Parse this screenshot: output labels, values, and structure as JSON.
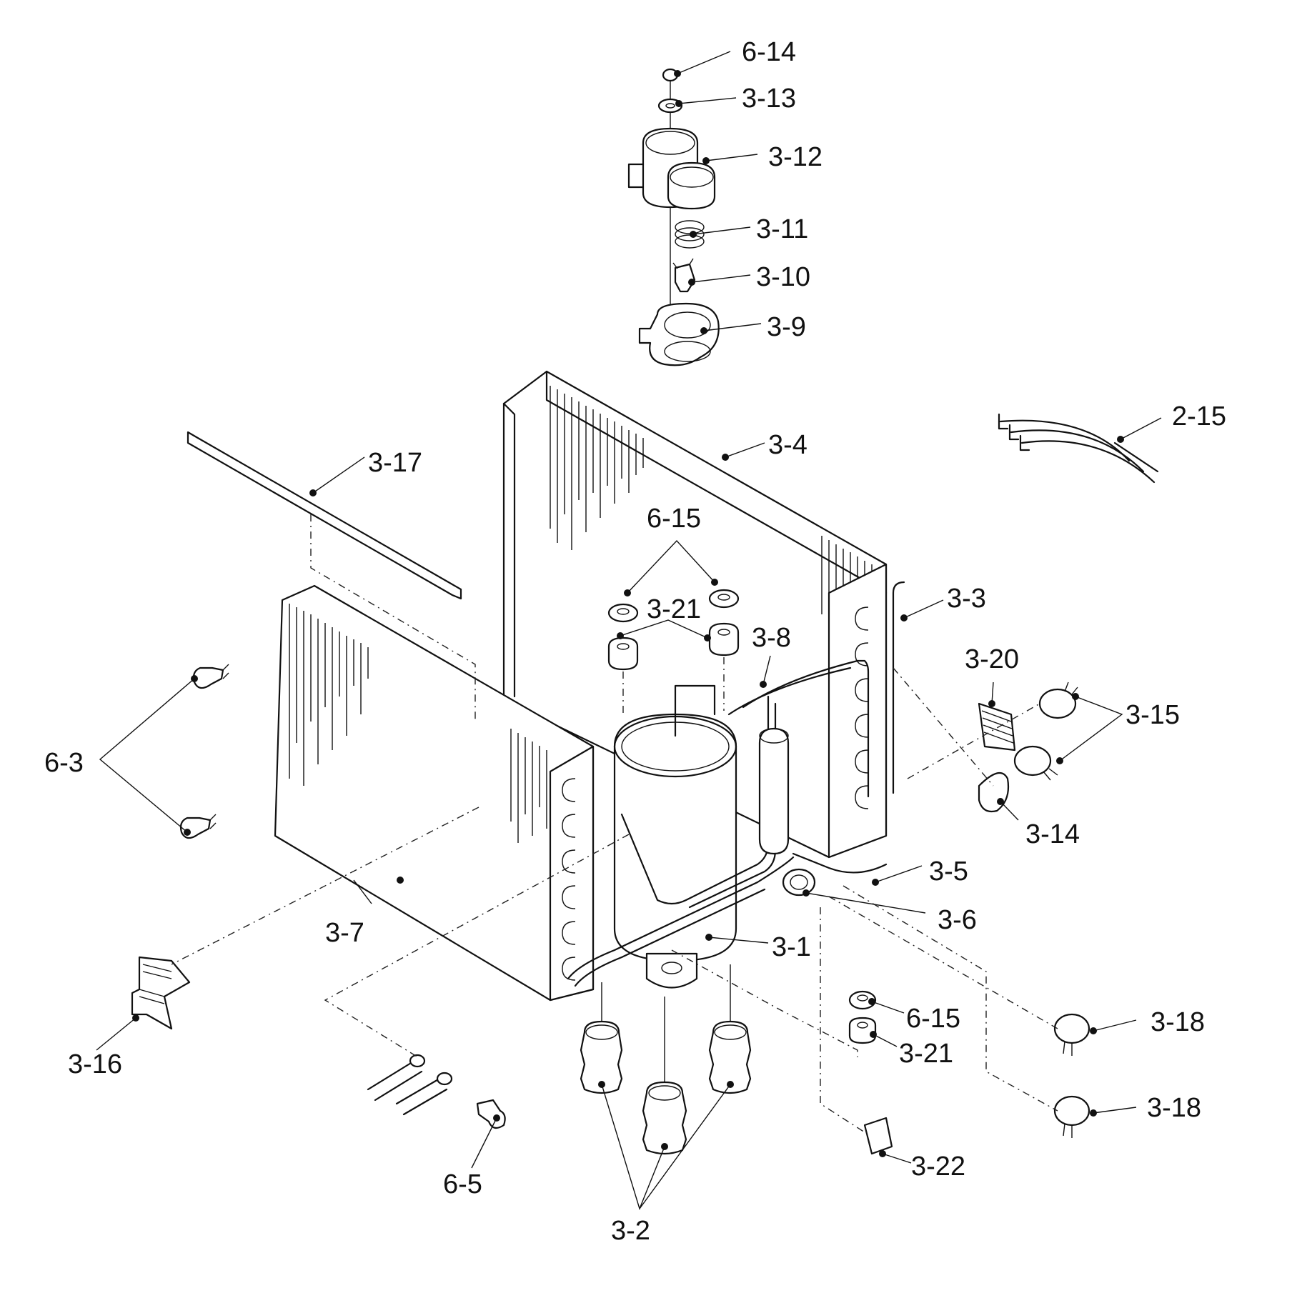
{
  "diagram": {
    "part_labels": [
      "6-14",
      "3-13",
      "3-12",
      "3-11",
      "3-10",
      "3-9",
      "2-15",
      "3-4",
      "3-17",
      "6-15",
      "3-3",
      "3-21",
      "3-8",
      "3-20",
      "3-15",
      "6-3",
      "3-14",
      "3-5",
      "3-7",
      "3-6",
      "3-1",
      "6-15",
      "3-18",
      "3-21",
      "3-16",
      "3-18",
      "6-5",
      "3-22",
      "3-2"
    ]
  }
}
